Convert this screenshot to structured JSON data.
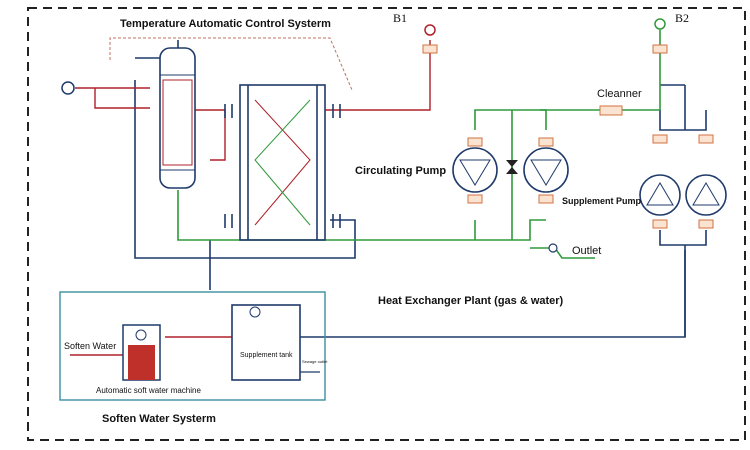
{
  "labels": {
    "control_system": "Temperature Automatic Control Systerm",
    "b1": "B1",
    "b2": "B2",
    "cleanner": "Cleanner",
    "circulating_pump": "Circulating Pump",
    "supplement_pump": "Supplement Pump",
    "outlet": "Outlet",
    "plant": "Heat Exchanger Plant (gas & water)",
    "soften_water": "Soften Water",
    "soft_water_machine": "Automatic soft water machine",
    "supplement_tank": "Supplement tank",
    "sewage_outlet": "Sewage outlet",
    "soften_system": "Soften Water Systerm"
  },
  "colors": {
    "blue_pipe": "#1f3a6b",
    "green_pipe": "#2e9a3a",
    "red_pipe": "#b0202a",
    "teal_box": "#3c8ea0",
    "valve_orange": "#e8a070"
  }
}
